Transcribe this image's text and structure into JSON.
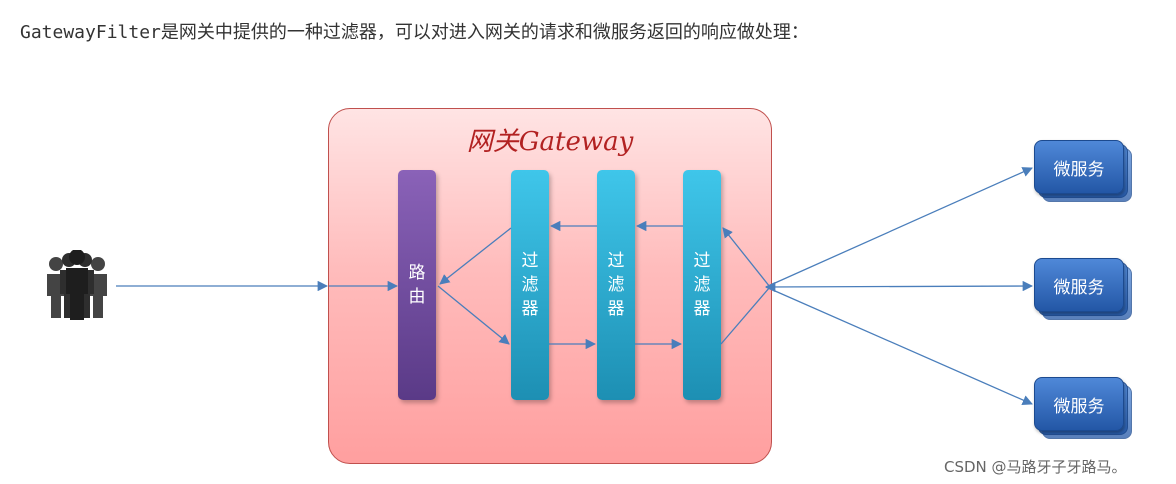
{
  "caption": "GatewayFilter是网关中提供的一种过滤器，可以对进入网关的请求和微服务返回的响应做处理：",
  "gateway": {
    "title": "网关Gateway"
  },
  "router": {
    "label": "路由"
  },
  "filters": [
    {
      "label": "过滤器"
    },
    {
      "label": "过滤器"
    },
    {
      "label": "过滤器"
    }
  ],
  "microservices": [
    {
      "label": "微服务"
    },
    {
      "label": "微服务"
    },
    {
      "label": "微服务"
    }
  ],
  "users_icon": "users-group-icon",
  "colors": {
    "gateway_fill": "#ffbcbc",
    "gateway_border": "#c0504d",
    "router": "#6f4a9f",
    "filter": "#2ba9d2",
    "microservice": "#3a6fc0",
    "arrow": "#4a7ebb"
  },
  "watermark": "CSDN @马路牙子牙路马。"
}
